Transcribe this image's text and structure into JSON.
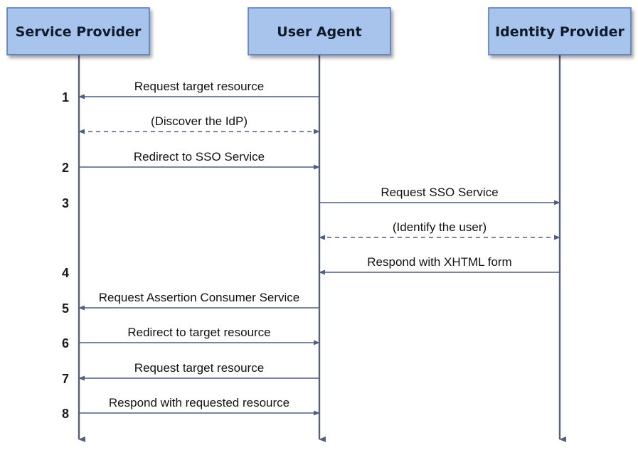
{
  "participants": [
    {
      "id": "sp",
      "label": "Service Provider"
    },
    {
      "id": "ua",
      "label": "User Agent"
    },
    {
      "id": "idp",
      "label": "Identity Provider"
    }
  ],
  "messages": [
    {
      "step": "1",
      "label": "Request target resource",
      "from": "ua",
      "to": "sp",
      "style": "solid"
    },
    {
      "step": "",
      "label": "(Discover the IdP)",
      "from": "ua",
      "to": "sp",
      "style": "dashed",
      "bidirectional": true
    },
    {
      "step": "2",
      "label": "Redirect to SSO Service",
      "from": "sp",
      "to": "ua",
      "style": "solid"
    },
    {
      "step": "3",
      "label": "Request SSO Service",
      "from": "ua",
      "to": "idp",
      "style": "solid"
    },
    {
      "step": "",
      "label": "(Identify the user)",
      "from": "ua",
      "to": "idp",
      "style": "dashed",
      "bidirectional": true
    },
    {
      "step": "4",
      "label": "Respond with XHTML form",
      "from": "idp",
      "to": "ua",
      "style": "solid"
    },
    {
      "step": "5",
      "label": "Request Assertion Consumer Service",
      "from": "ua",
      "to": "sp",
      "style": "solid"
    },
    {
      "step": "6",
      "label": "Redirect to target resource",
      "from": "sp",
      "to": "ua",
      "style": "solid"
    },
    {
      "step": "7",
      "label": "Request target resource",
      "from": "ua",
      "to": "sp",
      "style": "solid"
    },
    {
      "step": "8",
      "label": "Respond with requested resource",
      "from": "sp",
      "to": "ua",
      "style": "solid"
    }
  ],
  "colors": {
    "header_fill": "#a9c4ec",
    "header_stroke": "#4f74b5",
    "lifeline": "#55607a",
    "arrow": "#4f5f82"
  }
}
